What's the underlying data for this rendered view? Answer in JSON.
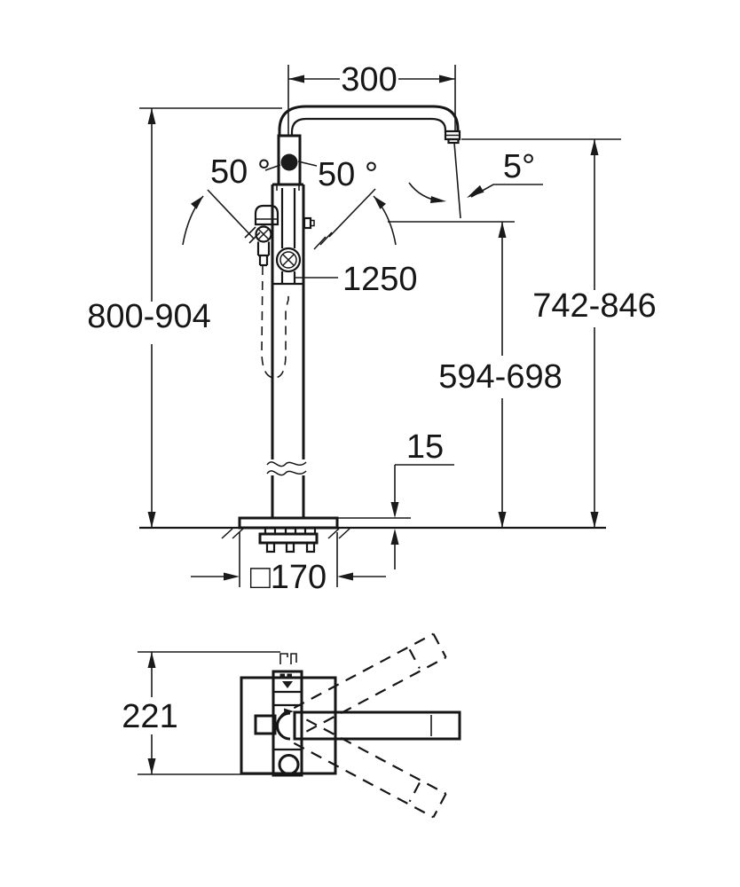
{
  "drawing": {
    "background": "#ffffff",
    "line_color": "#1a1a1a",
    "views": [
      "front-elevation",
      "plan-view"
    ]
  },
  "dims": {
    "spout_reach": "300",
    "swing_left": "50 °",
    "swing_right": "50 °",
    "stream_angle": "5°",
    "hose_length": "1250",
    "height_total": "800-904",
    "height_outlet": "742-846",
    "height_handle": "594-698",
    "plate_height": "15",
    "plate_size": "□170",
    "plan_depth": "221"
  }
}
